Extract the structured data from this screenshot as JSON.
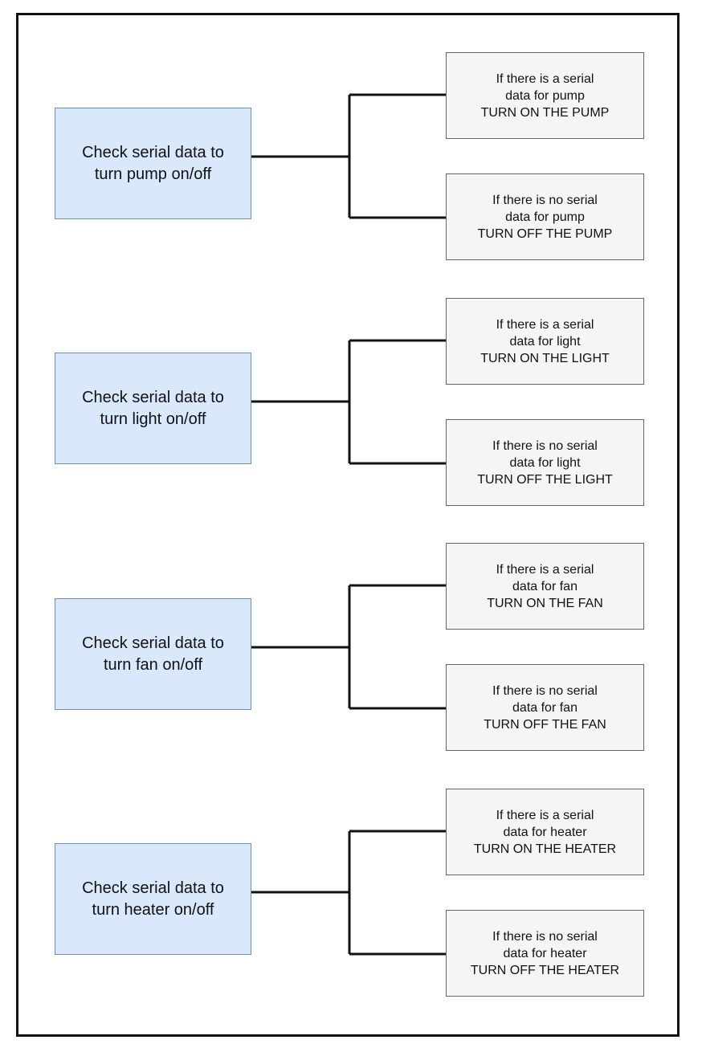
{
  "colors": {
    "check_fill": "#dae8fc",
    "check_stroke": "#6c8ebf",
    "result_fill": "#f5f5f5",
    "result_stroke": "#666666",
    "connector": "#111111"
  },
  "groups": [
    {
      "check": {
        "line1": "Check serial data to",
        "line2": "turn pump on/off"
      },
      "on": {
        "line1": "If there is a serial",
        "line2": "data for pump",
        "line3": "TURN ON THE PUMP"
      },
      "off": {
        "line1": "If there is no serial",
        "line2": "data for pump",
        "line3": "TURN OFF THE PUMP"
      }
    },
    {
      "check": {
        "line1": "Check serial data to",
        "line2": "turn light on/off"
      },
      "on": {
        "line1": "If there is a serial",
        "line2": "data for light",
        "line3": "TURN ON THE LIGHT"
      },
      "off": {
        "line1": "If there is no serial",
        "line2": "data for light",
        "line3": "TURN OFF THE LIGHT"
      }
    },
    {
      "check": {
        "line1": "Check serial data to",
        "line2": "turn fan on/off"
      },
      "on": {
        "line1": "If there is a serial",
        "line2": "data for fan",
        "line3": "TURN ON THE FAN"
      },
      "off": {
        "line1": "If there is no serial",
        "line2": "data for fan",
        "line3": "TURN OFF THE FAN"
      }
    },
    {
      "check": {
        "line1": "Check serial data to",
        "line2": "turn heater on/off"
      },
      "on": {
        "line1": "If there is a serial",
        "line2": "data for heater",
        "line3": "TURN ON THE HEATER"
      },
      "off": {
        "line1": "If there is no serial",
        "line2": "data for heater",
        "line3": "TURN OFF THE HEATER"
      }
    }
  ]
}
